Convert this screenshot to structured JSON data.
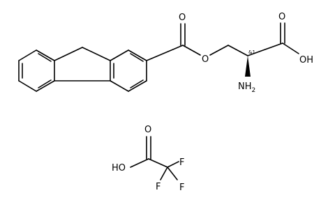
{
  "molecule": {
    "ester_o_carbonyl": "O",
    "ester_o_link": "O",
    "acid_o_carbonyl": "O",
    "acid_oh": "OH",
    "amino_n": "NH",
    "amino_sub": "2",
    "stereo_label": "&1"
  },
  "counterion": {
    "carbonyl_o": "O",
    "hydroxyl": "HO",
    "f_right": "F",
    "f_bottom_left": "F",
    "f_bottom_right": "F"
  }
}
